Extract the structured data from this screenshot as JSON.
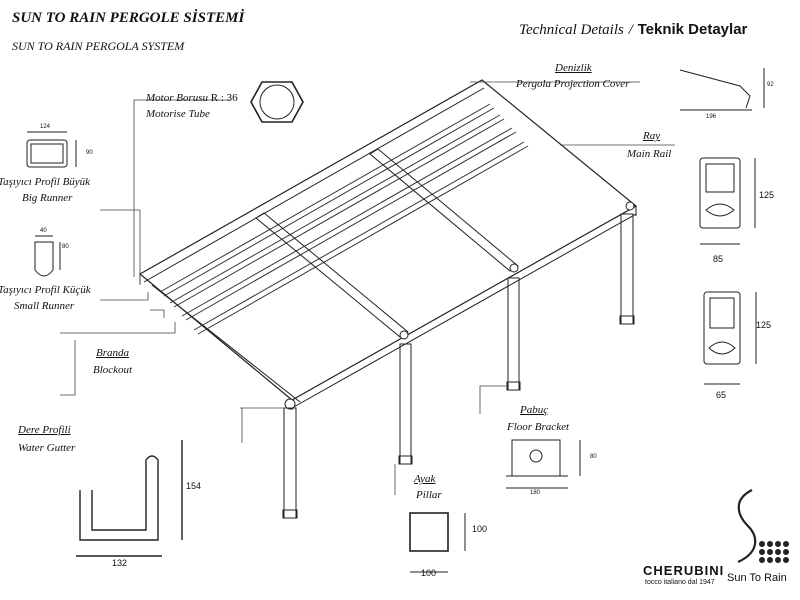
{
  "header": {
    "title_tr": "SUN TO RAIN PERGOLE SİSTEMİ",
    "title_en": "SUN TO RAIN PERGOLA SYSTEM",
    "tech_en": "Technical Details",
    "tech_sep": "/",
    "tech_tr": "Teknik Detaylar"
  },
  "labels": {
    "motor_tr": "Motor Borusu",
    "motor_r": "R : 36",
    "motor_en": "Motorise Tube",
    "cover_tr": "Denizlik",
    "cover_en": "Pergola Projection Cover",
    "rail_tr": "Ray",
    "rail_en": "Main Rail",
    "big_tr": "Taşıyıcı Profil Büyük",
    "big_en": "Big Runner",
    "small_tr": "Taşıyıcı Profil Küçük",
    "small_en": "Small Runner",
    "blockout_tr": "Branda",
    "blockout_en": "Blockout",
    "gutter_tr": "Dere Profili",
    "gutter_en": "Water Gutter",
    "bracket_tr": "Pabuç",
    "bracket_en": "Floor Bracket",
    "pillar_tr": "Ayak",
    "pillar_en": "Pillar"
  },
  "dims": {
    "big_w": "124",
    "big_h": "90",
    "small_w": "40",
    "small_h": "80",
    "cover_h": "92",
    "cover_w": "196",
    "rail_h": "125",
    "rail_w": "85",
    "rail2_h": "125",
    "rail2_w": "65",
    "gutter_h": "154",
    "gutter_w": "132",
    "bracket_h": "80",
    "bracket_w": "180",
    "pillar_h": "100",
    "pillar_w": "100"
  },
  "brand": {
    "cherubini": "CHERUBINI",
    "cherubini_tag": "tocco italiano dal 1947",
    "suntorain": "Sun To Rain"
  }
}
